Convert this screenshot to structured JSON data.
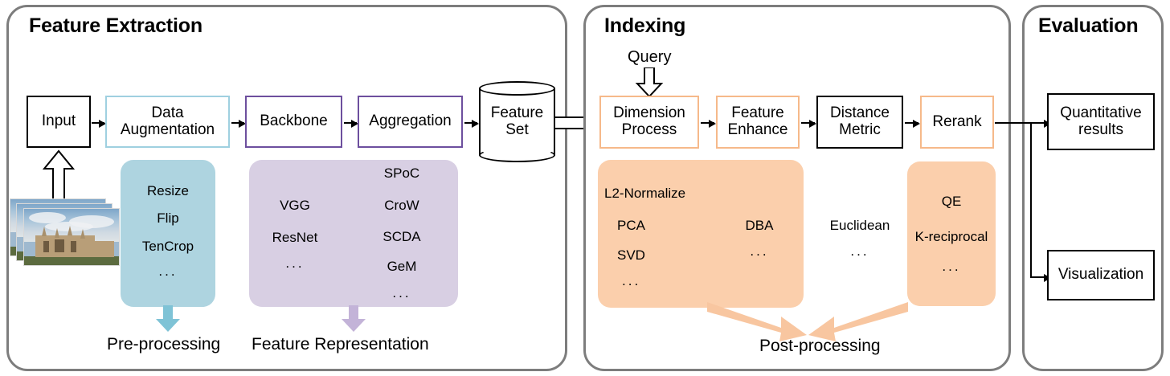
{
  "panels": [
    {
      "id": "feature-extraction",
      "title": "Feature Extraction"
    },
    {
      "id": "indexing",
      "title": "Indexing"
    },
    {
      "id": "evaluation",
      "title": "Evaluation"
    }
  ],
  "feature_extraction": {
    "boxes": [
      {
        "label": "Input",
        "style": "black"
      },
      {
        "label": "Data\nAugmentation",
        "style": "blue"
      },
      {
        "label": "Backbone",
        "style": "purple"
      },
      {
        "label": "Aggregation",
        "style": "purple"
      }
    ],
    "input_label": "Input",
    "data_aug_line1": "Data",
    "data_aug_line2": "Augmentation",
    "backbone_label": "Backbone",
    "aggregation_label": "Aggregation",
    "feature_set_line1": "Feature",
    "feature_set_line2": "Set",
    "preprocessing_items": [
      "Resize",
      "Flip",
      "TenCrop",
      "..."
    ],
    "backbone_items": [
      "VGG",
      "ResNet",
      "..."
    ],
    "aggregation_items": [
      "SPoC",
      "CroW",
      "SCDA",
      "GeM",
      "..."
    ],
    "caption_preprocessing": "Pre-processing",
    "caption_feature_representation": "Feature Representation"
  },
  "indexing": {
    "query_label": "Query",
    "boxes": [
      {
        "label": "Dimension\nProcess",
        "style": "orange"
      },
      {
        "label": "Feature\nEnhance",
        "style": "orange"
      },
      {
        "label": "Distance\nMetric",
        "style": "black"
      },
      {
        "label": "Rerank",
        "style": "orange"
      }
    ],
    "dimension_line1": "Dimension",
    "dimension_line2": "Process",
    "feature_enhance_line1": "Feature",
    "feature_enhance_line2": "Enhance",
    "distance_metric_line1": "Distance",
    "distance_metric_line2": "Metric",
    "rerank_label": "Rerank",
    "dimension_items": [
      "L2-Normalize",
      "PCA",
      "SVD",
      "..."
    ],
    "enhance_items": [
      "DBA",
      "..."
    ],
    "metric_items": [
      "Euclidean",
      "..."
    ],
    "rerank_items": [
      "QE",
      "K-reciprocal",
      "..."
    ],
    "caption_postprocessing": "Post-processing"
  },
  "evaluation": {
    "quantitative_line1": "Quantitative",
    "quantitative_line2": "results",
    "visualization_label": "Visualization"
  },
  "colors": {
    "panel_border": "#7d7d7d",
    "blue_border": "#9fd0e0",
    "blue_fill": "#aed4e0",
    "purple_border": "#6d4f9e",
    "lavender_fill": "#d8cfe3",
    "orange_border": "#f6b98a",
    "orange_fill": "#fbcfac",
    "black": "#000000"
  }
}
